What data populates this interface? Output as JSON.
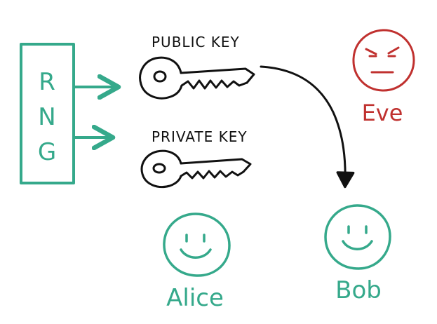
{
  "rng": {
    "letters": [
      "R",
      "N",
      "G"
    ]
  },
  "keys": {
    "public_label": "PUBLIC KEY",
    "private_label": "PRIVATE KEY"
  },
  "people": {
    "eve": "Eve",
    "alice": "Alice",
    "bob": "Bob"
  },
  "colors": {
    "teal": "#35a98b",
    "red": "#c0312f",
    "ink": "#111111"
  },
  "icons": {
    "eve_face": "angry-face-icon",
    "alice_face": "smiley-face-icon",
    "bob_face": "smiley-face-icon",
    "public_key": "key-icon",
    "private_key": "key-icon"
  }
}
